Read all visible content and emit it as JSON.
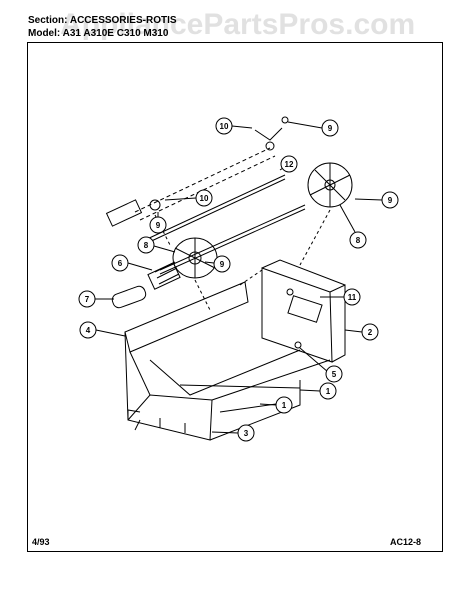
{
  "header": {
    "section_line": "Section: ACCESSORIES-ROTIS",
    "model_line": "Model: A31 A310E C310 M310"
  },
  "watermark": "AppliancePartsPros.com",
  "footer": {
    "date": "4/93",
    "page_code": "AC12-8"
  },
  "callouts": [
    "10",
    "9",
    "12",
    "10",
    "9",
    "9",
    "8",
    "8",
    "6",
    "9",
    "11",
    "7",
    "4",
    "2",
    "5",
    "1",
    "1",
    "3"
  ]
}
